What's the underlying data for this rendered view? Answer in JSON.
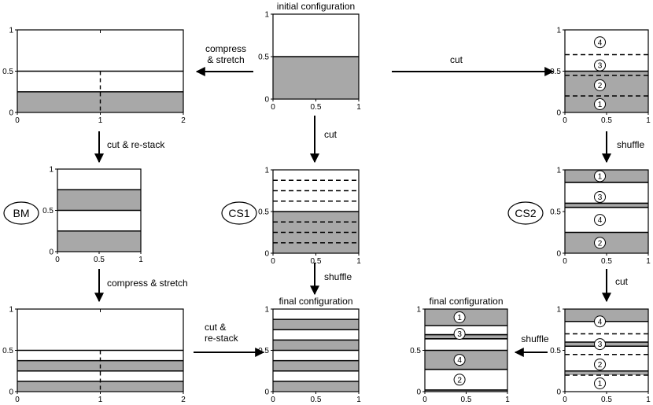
{
  "colors": {
    "fill": "#a8a8a8",
    "line": "#000000",
    "background": "#ffffff"
  },
  "panels": [
    {
      "id": "initial",
      "title": "initial configuration",
      "xticks": [
        "0",
        "0.5",
        "1"
      ],
      "yticks": [
        "0",
        "0.5",
        "1"
      ],
      "fills": [
        [
          0,
          0.5
        ]
      ],
      "solid": [
        0.5
      ],
      "dashed": [],
      "labels": []
    },
    {
      "id": "bm-stretched",
      "title": "",
      "xticks": [
        "0",
        "1",
        "2"
      ],
      "yticks": [
        "0",
        "0.5",
        "1"
      ],
      "fills": [
        [
          0,
          0.25
        ]
      ],
      "solid": [
        0.5,
        0.25
      ],
      "dashed": [],
      "labels": [],
      "midline": [
        0,
        0.5
      ]
    },
    {
      "id": "bm",
      "title": "",
      "xticks": [
        "0",
        "0.5",
        "1"
      ],
      "yticks": [
        "0",
        "0.5",
        "1"
      ],
      "fills": [
        [
          0,
          0.25
        ],
        [
          0.5,
          0.75
        ]
      ],
      "solid": [
        0.25,
        0.5,
        0.75
      ],
      "dashed": [],
      "labels": []
    },
    {
      "id": "bm-stretched-2",
      "title": "",
      "xticks": [
        "0",
        "1",
        "2"
      ],
      "yticks": [
        "0",
        "0.5",
        "1"
      ],
      "fills": [
        [
          0,
          0.125
        ],
        [
          0.25,
          0.375
        ]
      ],
      "solid": [
        0.125,
        0.25,
        0.375,
        0.5
      ],
      "dashed": [],
      "labels": [],
      "midline": [
        0,
        0.5
      ]
    },
    {
      "id": "cs1",
      "title": "",
      "xticks": [
        "0",
        "0.5",
        "1"
      ],
      "yticks": [
        "0",
        "0.5",
        "1"
      ],
      "fills": [
        [
          0,
          0.5
        ]
      ],
      "solid": [
        0.5
      ],
      "dashed": [
        0.125,
        0.25,
        0.375,
        0.625,
        0.75,
        0.875
      ],
      "labels": []
    },
    {
      "id": "final-bm",
      "title": "final configuration",
      "xticks": [
        "0",
        "0.5",
        "1"
      ],
      "yticks": [
        "0",
        "0.5",
        "1"
      ],
      "fills": [
        [
          0,
          0.125
        ],
        [
          0.25,
          0.375
        ],
        [
          0.5,
          0.625
        ],
        [
          0.75,
          0.875
        ]
      ],
      "solid": [
        0.125,
        0.25,
        0.375,
        0.5,
        0.625,
        0.75,
        0.875
      ],
      "dashed": [],
      "labels": []
    },
    {
      "id": "cs2-cut",
      "title": "",
      "xticks": [
        "0",
        "0.5",
        "1"
      ],
      "yticks": [
        "0",
        "0.5",
        "1"
      ],
      "fills": [
        [
          0,
          0.5
        ]
      ],
      "solid": [
        0.5
      ],
      "dashed": [
        0.2,
        0.45,
        0.7
      ],
      "labels": [
        {
          "t": "1",
          "y": 0.1
        },
        {
          "t": "2",
          "y": 0.33
        },
        {
          "t": "3",
          "y": 0.57
        },
        {
          "t": "4",
          "y": 0.85
        }
      ]
    },
    {
      "id": "cs2",
      "title": "",
      "xticks": [
        "0",
        "0.5",
        "1"
      ],
      "yticks": [
        "0",
        "0.5",
        "1"
      ],
      "fills": [
        [
          0,
          0.25
        ],
        [
          0.55,
          0.6
        ],
        [
          0.85,
          1
        ]
      ],
      "solid": [
        0.25,
        0.55,
        0.6,
        0.85
      ],
      "dashed": [],
      "labels": [
        {
          "t": "2",
          "y": 0.125
        },
        {
          "t": "4",
          "y": 0.4
        },
        {
          "t": "3",
          "y": 0.675
        },
        {
          "t": "1",
          "y": 0.925
        }
      ]
    },
    {
      "id": "cs2-cut-2",
      "title": "",
      "xticks": [
        "0",
        "0.5",
        "1"
      ],
      "yticks": [
        "0",
        "0.5",
        "1"
      ],
      "fills": [
        [
          0.2,
          0.25
        ],
        [
          0.55,
          0.6
        ],
        [
          0.85,
          1
        ]
      ],
      "solid": [
        0.25,
        0.55,
        0.6,
        0.85
      ],
      "dashed": [
        0.2,
        0.45,
        0.7
      ],
      "labels": [
        {
          "t": "1",
          "y": 0.1
        },
        {
          "t": "2",
          "y": 0.33
        },
        {
          "t": "3",
          "y": 0.575
        },
        {
          "t": "4",
          "y": 0.85
        }
      ]
    },
    {
      "id": "final-cs2",
      "title": "final configuration",
      "xticks": [
        "0",
        "0.5",
        "1"
      ],
      "yticks": [
        "0",
        "0.5",
        "1"
      ],
      "fills": [
        [
          0,
          0.02
        ],
        [
          0.27,
          0.5
        ],
        [
          0.64,
          0.69
        ],
        [
          0.8,
          1
        ]
      ],
      "solid": [
        0.02,
        0.27,
        0.5,
        0.64,
        0.69,
        0.8
      ],
      "dashed": [],
      "labels": [
        {
          "t": "2",
          "y": 0.145
        },
        {
          "t": "4",
          "y": 0.385
        },
        {
          "t": "3",
          "y": 0.7
        },
        {
          "t": "1",
          "y": 0.9
        }
      ]
    }
  ],
  "arrows": [
    {
      "id": "compress-stretch",
      "lines": [
        "compress",
        "& stretch"
      ]
    },
    {
      "id": "cut-top-right",
      "lines": [
        "cut"
      ]
    },
    {
      "id": "cut-center",
      "lines": [
        "cut"
      ]
    },
    {
      "id": "cut-restack-left",
      "lines": [
        "cut & re-stack"
      ]
    },
    {
      "id": "shuffle-right",
      "lines": [
        "shuffle"
      ]
    },
    {
      "id": "shuffle-center",
      "lines": [
        "shuffle"
      ]
    },
    {
      "id": "compress-stretch-left",
      "lines": [
        "compress & stretch"
      ]
    },
    {
      "id": "cut-right-2",
      "lines": [
        "cut"
      ]
    },
    {
      "id": "cut-restack-bottom",
      "lines": [
        "cut &",
        "re-stack"
      ]
    },
    {
      "id": "shuffle-bottom",
      "lines": [
        "shuffle"
      ]
    }
  ],
  "badges": [
    "BM",
    "CS1",
    "CS2"
  ]
}
